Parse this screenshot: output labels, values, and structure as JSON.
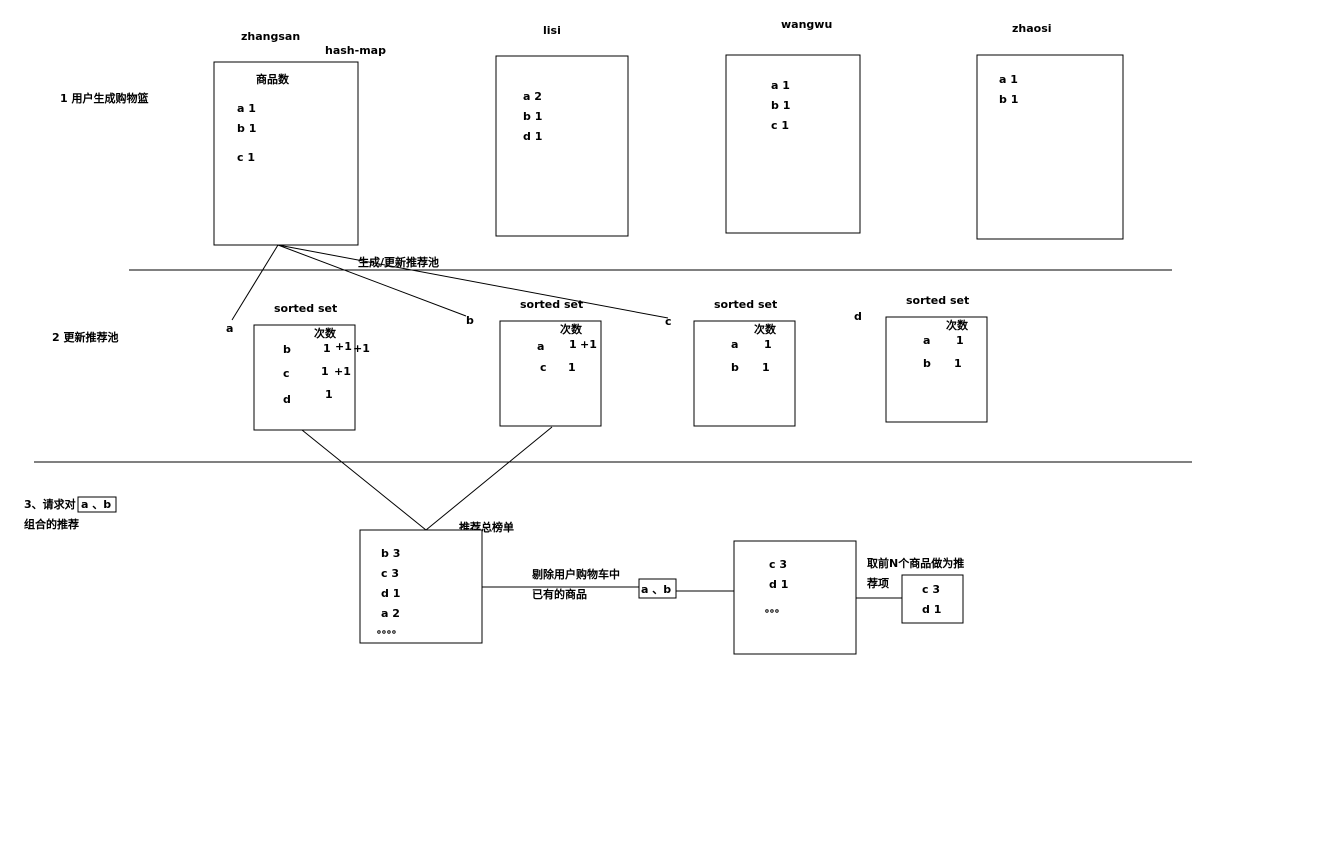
{
  "steps": {
    "step1": "1 用户生成购物篮",
    "step2": "2 更新推荐池",
    "step3_line1": "3、请求对",
    "step3_line2": "组合的推荐"
  },
  "users": [
    {
      "name": "zhangsan",
      "header": "商品数",
      "rows": [
        "a 1",
        "b 1",
        "c 1"
      ]
    },
    {
      "name": "lisi",
      "header": "",
      "rows": [
        "a 2",
        "b 1",
        "d 1"
      ]
    },
    {
      "name": "wangwu",
      "header": "",
      "rows": [
        "a 1",
        "b 1",
        "c 1"
      ]
    },
    {
      "name": "zhaosi",
      "header": "",
      "rows": [
        "a 1",
        "b 1"
      ]
    }
  ],
  "hash_map_label": "hash-map",
  "generate_label": "生成/更新推荐池",
  "sorted_set_label": "sorted set",
  "count_header": "次数",
  "pools": [
    {
      "key": "a",
      "rows": [
        {
          "item": "b",
          "count": "1",
          "inc": "+1",
          "inc2": "+1"
        },
        {
          "item": "c",
          "count": "1",
          "inc": "+1"
        },
        {
          "item": "d",
          "count": "1"
        }
      ]
    },
    {
      "key": "b",
      "rows": [
        {
          "item": "a",
          "count": "1",
          "inc": "+1"
        },
        {
          "item": "c",
          "count": "1"
        }
      ]
    },
    {
      "key": "c",
      "rows": [
        {
          "item": "a",
          "count": "1"
        },
        {
          "item": "b",
          "count": "1"
        }
      ]
    },
    {
      "key": "d",
      "rows": [
        {
          "item": "a",
          "count": "1"
        },
        {
          "item": "b",
          "count": "1"
        }
      ]
    }
  ],
  "request_combo": "a 、b",
  "total_list": {
    "title": "推荐总榜单",
    "rows": [
      "b 3",
      "c 3",
      "d 1",
      "a 2",
      "。。。。"
    ]
  },
  "remove_label_line1": "剔除用户购物车中",
  "remove_label_line2": "已有的商品",
  "filtered_combo": "a 、b",
  "filtered_list": {
    "rows": [
      "c 3",
      "d 1",
      "。。。"
    ]
  },
  "top_n_label_line1": "取前N个商品做为推",
  "top_n_label_line2": "荐项",
  "result_list": {
    "rows": [
      "c 3",
      "d 1"
    ]
  },
  "arrow_mark": "、"
}
